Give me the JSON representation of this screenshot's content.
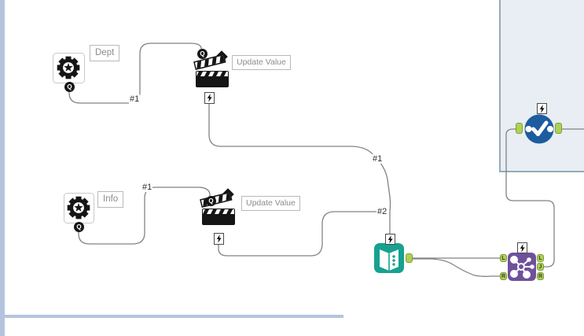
{
  "workflow": {
    "tool_labels": {
      "dept": "Dept",
      "info": "Info",
      "update_value_1": "Update Value",
      "update_value_2": "Update Value"
    },
    "connection_labels": {
      "dept_to_action1": "#1",
      "info_to_action2": "#1",
      "action1_to_textinput": "#1",
      "action2_to_textinput": "#2"
    },
    "anchor_letters": {
      "q": "Q",
      "l": "L",
      "r": "R",
      "j": "J"
    },
    "colors": {
      "wire": "#828282",
      "label_text": "#8b8b8b",
      "label_border": "#b9b9b9",
      "edge_blue": "#b5c4de",
      "container_fill": "#e8eef3",
      "container_border": "#95aaba",
      "anchor_green_fill": "#aed154",
      "anchor_green_border": "#7f9c3a",
      "anchor_letter": "#3d3d3d",
      "tool_box_border": "#c9c9c9",
      "teal": "#16a190",
      "purple": "#6f519b",
      "macro_blue": "#1d5c9e"
    }
  }
}
